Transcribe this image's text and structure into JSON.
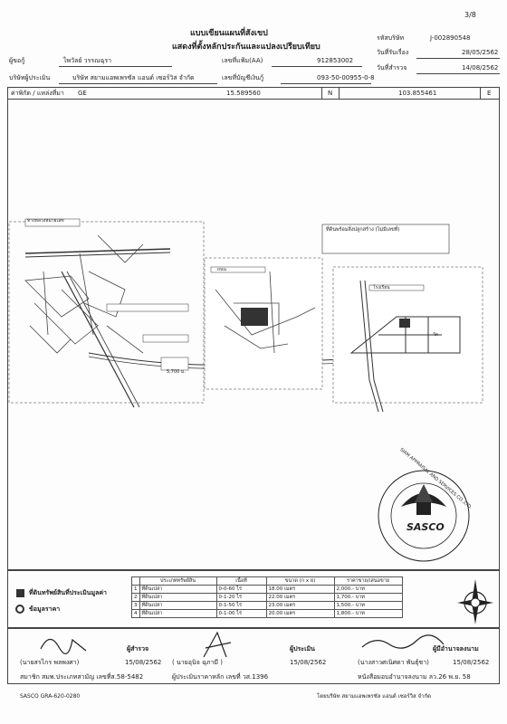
{
  "page_number": "3/8",
  "title_line1": "แบบเขียนแผนที่สังเขป",
  "title_line2": "แสดงที่ตั้งหลักประกันและแปลงเปรียบเทียบ",
  "header": {
    "code_label": "รหัสบริษัท",
    "code_value": "J-002890548",
    "date_start_label": "วันที่รับเรื่อง",
    "date_start_value": "28/05/2562",
    "date_survey_label": "วันที่สำรวจ",
    "date_survey_value": "14/08/2562",
    "customer_label": "ผู้ขอกู้",
    "customer_value": "ไพวัลย์ วรรณฉุรา",
    "aa_label": "เลขที่แฟ้ม(AA)",
    "aa_value": "912853002",
    "company_label": "บริษัทผู้ประเมิน",
    "company_value": "บริษัท สยามแอพเพรซัล แอนด์ เซอร์วิส จำกัด",
    "account_label": "เลขที่บัญชีเงินกู้",
    "account_value": "093-50-00955-0-8",
    "coord_label": "ค่าพิกัด / แหล่งที่มา",
    "coord_source": "GE",
    "lat_value": "15.589560",
    "n_label": "N",
    "lon_value": "103.855461",
    "e_label": "E"
  },
  "map": {
    "label_map1": "ทางหลวงหมายเลข",
    "label_road": "ถนน",
    "label_km": "5,700 ม.",
    "label_inset_title": "ที่ดินพร้อมสิ่งปลูกสร้าง (ไม่มีเลขที่)",
    "label_school": "โรงเรียน",
    "label_temple": "วัด"
  },
  "legend": {
    "asset_label": "ที่ดินทรัพย์สินที่ประเมินมูลค่า",
    "compare_label": "ข้อมูลราคา"
  },
  "table": {
    "headers": [
      "ประเภททรัพย์สิน",
      "เนื้อที่",
      "ขนาด (ก x ย)",
      "ราคาขาย/เสนอขาย"
    ],
    "rows": [
      {
        "no": "1",
        "type": "ที่ดินเปล่า",
        "area": "0-0-60 ไร่",
        "size": "18.00 เมตร",
        "price": "2,000.- บาท"
      },
      {
        "no": "2",
        "type": "ที่ดินเปล่า",
        "area": "0-1-20 ไร่",
        "size": "22.00 เมตร",
        "price": "1,700.- บาท"
      },
      {
        "no": "3",
        "type": "ที่ดินเปล่า",
        "area": "0-1-50 ไร่",
        "size": "23.00 เมตร",
        "price": "1,500.- บาท"
      },
      {
        "no": "4",
        "type": "ที่ดินเปล่า",
        "area": "0-1-00 ไร่",
        "size": "20.00 เมตร",
        "price": "1,800.- บาท"
      }
    ]
  },
  "signatures": {
    "surveyor_name": "(นายสรไกร พลพงศา)",
    "surveyor_role": "ผู้สำรวจ",
    "surveyor_date": "15/08/2562",
    "surveyor_member": "สมาชิก สมพ.ประเภทสามัญ เลขที่ส.58-5482",
    "appraiser_name": "( นายอุนิจ ฉุภามี )",
    "appraiser_role": "ผู้ประเมิน",
    "appraiser_date": "15/08/2562",
    "appraiser_member": "ผู้ประเมินราคาหลัก เลขที่ วส.1396",
    "signer_name": "(นางสาวศเนิศดา พันธุ์ชา)",
    "signer_role": "ผู้มีอำนาจลงนาม",
    "signer_date": "15/08/2562",
    "signer_member": "หนังสือมอบอำนาจลงนาม ลว.26 พ.ย. 58"
  },
  "stamp": {
    "brand": "SASCO",
    "ring_text": "SIAM APPRAISAL AND SERVICES CO.,LTD."
  },
  "footer": {
    "left": "SASCO   GRA-620-0280",
    "right": "โดยบริษัท สยามแอพเพรซัล แอนด์ เซอร์วิส จำกัด"
  }
}
